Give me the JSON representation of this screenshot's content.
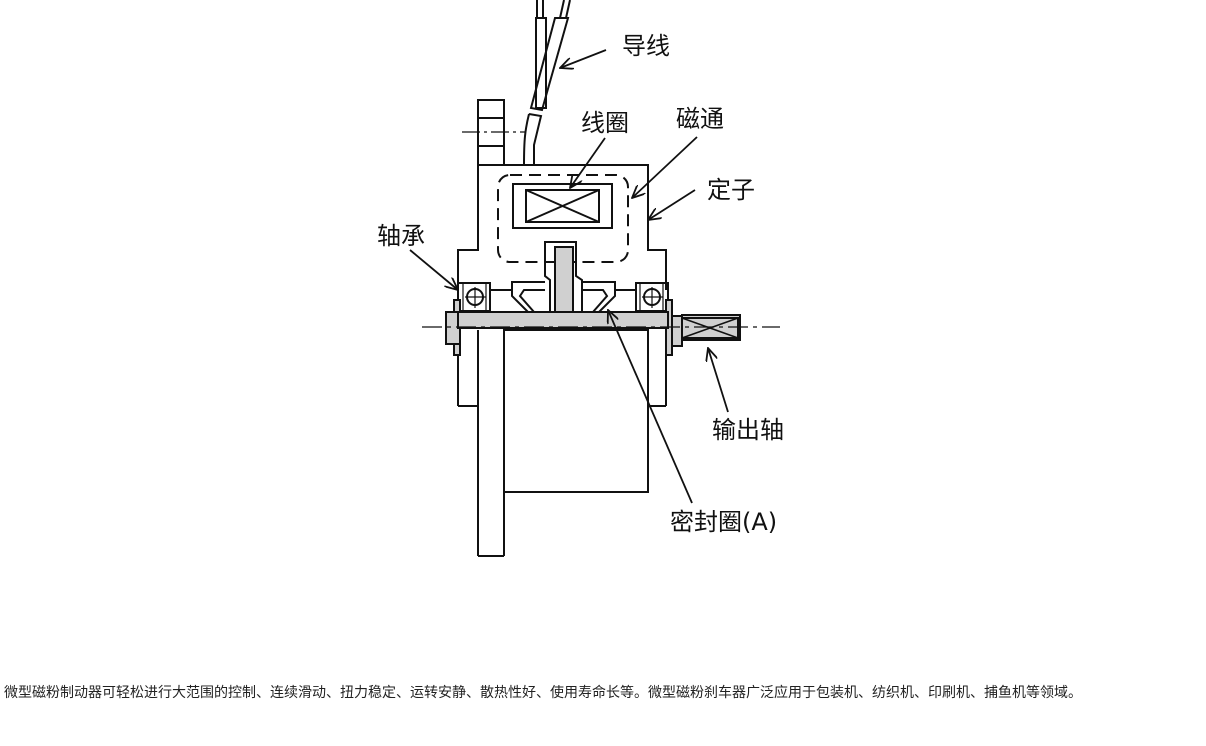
{
  "diagram": {
    "title": "微型磁粉制动器结构示意图",
    "labels": {
      "lead_wire": "导线",
      "coil": "线圈",
      "magnetic_flux": "磁通",
      "stator": "定子",
      "bearing": "轴承",
      "output_shaft": "输出轴",
      "seal_ring": "密封圈(A)"
    },
    "colors": {
      "line": "#111111",
      "shaded_part": "#d0d0d0",
      "background": "#ffffff"
    }
  },
  "caption": {
    "text": "微型磁粉制动器可轻松进行大范围的控制、连续滑动、扭力稳定、运转安静、散热性好、使用寿命长等。微型磁粉刹车器广泛应用于包装机、纺织机、印刷机、捕鱼机等领域。"
  }
}
